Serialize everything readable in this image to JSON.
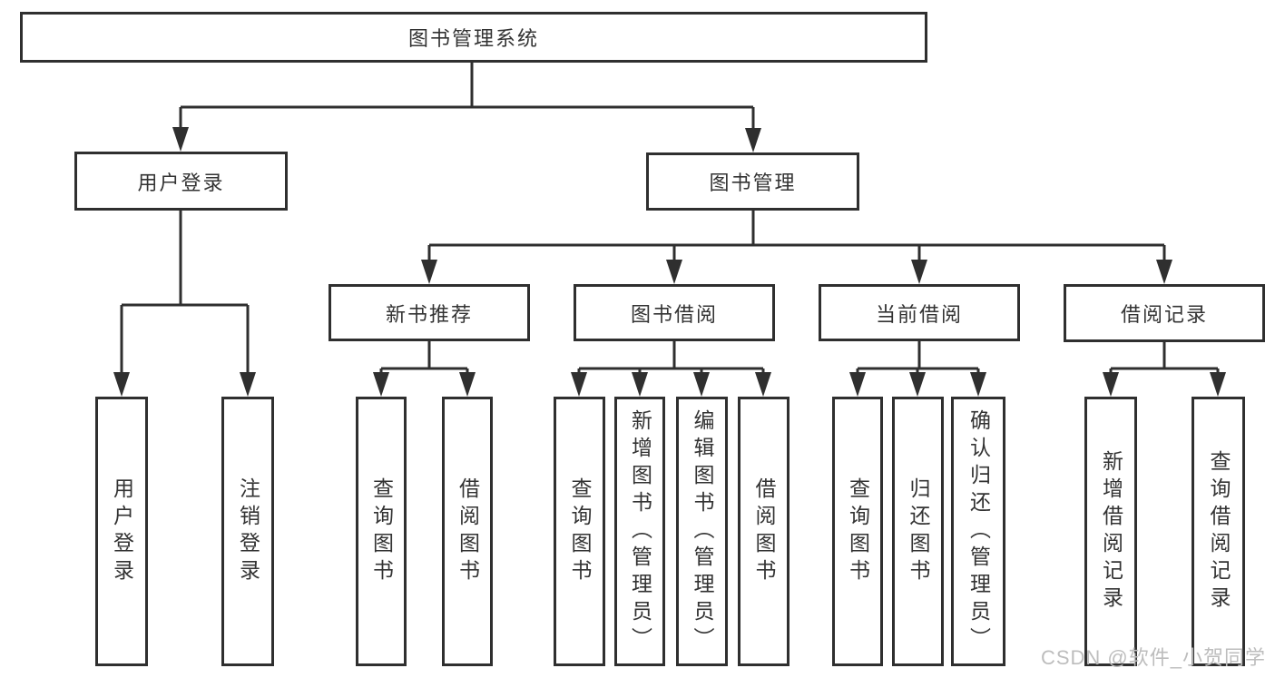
{
  "diagram": {
    "root": {
      "label": "图书管理系统"
    },
    "branches": [
      {
        "label": "用户登录",
        "children": [
          {
            "label": "用户登录"
          },
          {
            "label": "注销登录"
          }
        ]
      },
      {
        "label": "图书管理",
        "children": [
          {
            "label": "新书推荐",
            "children": [
              {
                "label": "查询图书"
              },
              {
                "label": "借阅图书"
              }
            ]
          },
          {
            "label": "图书借阅",
            "children": [
              {
                "label": "查询图书"
              },
              {
                "label": "新增图书（管理员）"
              },
              {
                "label": "编辑图书（管理员）"
              },
              {
                "label": "借阅图书"
              }
            ]
          },
          {
            "label": "当前借阅",
            "children": [
              {
                "label": "查询图书"
              },
              {
                "label": "归还图书"
              },
              {
                "label": "确认归还（管理员）"
              }
            ]
          },
          {
            "label": "借阅记录",
            "children": [
              {
                "label": "新增借阅记录"
              },
              {
                "label": "查询借阅记录"
              }
            ]
          }
        ]
      }
    ]
  },
  "watermark": {
    "text": "CSDN @软件_小贺同学"
  },
  "colors": {
    "line": "#2f2f2f",
    "box_border": "#2f2f2f",
    "text": "#333333",
    "watermark": "#bdbdbd",
    "background": "#ffffff"
  }
}
